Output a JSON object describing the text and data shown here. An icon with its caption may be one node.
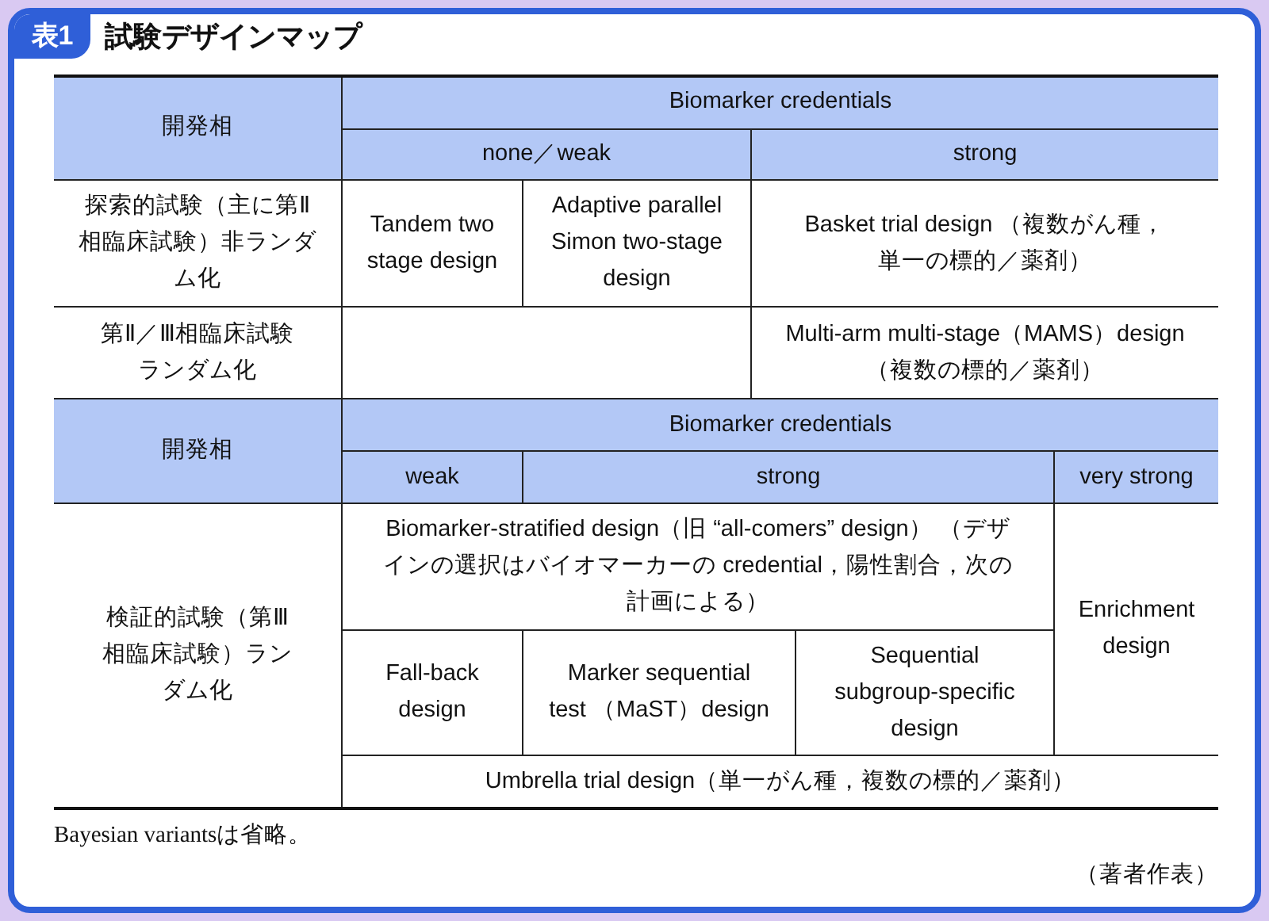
{
  "diagram": {
    "title": "試験デザインマップ",
    "labels": [
      "表1",
      "開発相",
      "Biomarker credentials",
      "none／weak",
      "strong",
      "探索的試験（主に第Ⅱ相臨床試験）非ランダム化",
      "Tandem two stage design",
      "Adaptive parallel Simon two-stage design",
      "Basket trial design （複数がん種，単一の標的／薬剤）",
      "第Ⅱ／Ⅲ相臨床試験ランダム化",
      "Multi-arm multi-stage（MAMS）design （複数の標的／薬剤）",
      "開発相",
      "Biomarker credentials",
      "weak",
      "strong",
      "very strong",
      "検証的試験（第Ⅲ相臨床試験）ランダム化",
      "Biomarker-stratified design（旧 “all-comers” design） （デザインの選択はバイオマーカーの credential，陽性割合，次の計画による）",
      "Enrichment design",
      "Fall-back design",
      "Marker sequential test （MaST）design",
      "Sequential subgroup-specific design",
      "Umbrella trial design（単一がん種，複数の標的／薬剤）",
      "Bayesian variantsは省略。",
      "（著者作表）"
    ]
  }
}
